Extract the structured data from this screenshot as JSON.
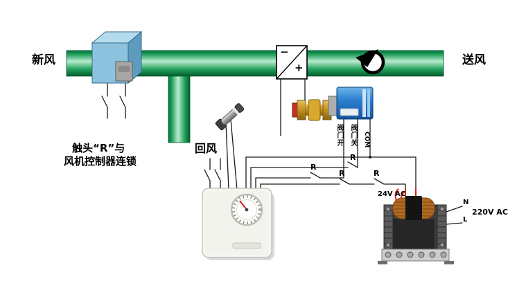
{
  "labels": {
    "fresh_air": "新风",
    "supply_air": "送风",
    "return_air": "回风",
    "interlock_line1": "触头“R”与",
    "interlock_line2": "风机控制器连锁",
    "filter_minus": "−",
    "filter_plus": "+",
    "valve_open": "阀门开",
    "valve_close": "阀门关",
    "valve_common": "COM",
    "power_secondary": "24V AC",
    "power_primary": "220V AC",
    "terminal_neutral": "N",
    "terminal_live": "L"
  },
  "relay_contacts": [
    "R",
    "R",
    "R",
    "R"
  ],
  "icons": {
    "fan": "fan-icon",
    "filter_dp_switch": "filter-dp-symbol",
    "fresh_air_damper": "damper-box-icon",
    "valve": "motorized-valve-icon",
    "valve_actuator": "actuator-box-icon",
    "temperature_sensor": "duct-temp-sensor-icon",
    "thermostat": "room-thermostat-icon",
    "transformer": "step-down-transformer-icon"
  },
  "colors": {
    "duct_dark": "#00713a",
    "duct_light": "#b9ecd0",
    "damper_blue": "#8cc2de",
    "actuator_blue": "#2b7fd0",
    "valve_brass": "#c08f1f",
    "wire_black": "#1a1a1a",
    "lead_red": "#cf2a1b",
    "coil_copper": "#b06a20"
  }
}
